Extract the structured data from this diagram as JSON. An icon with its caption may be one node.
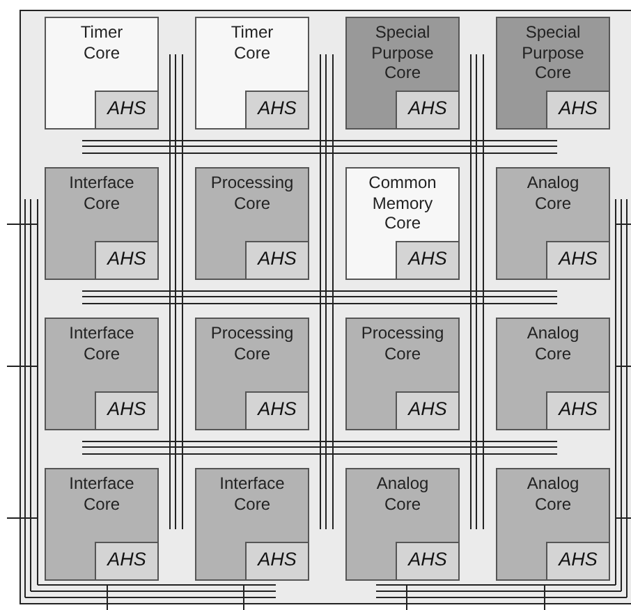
{
  "diagram": {
    "nodes": [
      {
        "text": [
          "Timer Core"
        ]
      },
      {
        "text": [
          "AHS"
        ],
        "in": 0
      },
      {
        "text": [
          "Timer Core"
        ]
      },
      {
        "text": [
          "AHS"
        ],
        "in": 2
      },
      {
        "text": [
          "Special Purpose Core"
        ]
      },
      {
        "text": [
          "AHS"
        ],
        "in": 4
      },
      {
        "text": [
          "Special Purpose Core"
        ]
      },
      {
        "text": [
          "AHS"
        ],
        "in": 6
      },
      {
        "text": [
          "Interface Core"
        ]
      },
      {
        "text": [
          "AHS"
        ],
        "in": 8
      },
      {
        "text": [
          "Processing Core"
        ]
      },
      {
        "text": [
          "AHS"
        ],
        "in": 10
      },
      {
        "text": [
          "Common Memory Core"
        ]
      },
      {
        "text": [
          "AHS"
        ],
        "in": 12
      },
      {
        "text": [
          "Analog Core"
        ]
      },
      {
        "text": [
          "AHS"
        ],
        "in": 14
      },
      {
        "text": [
          "Interface Core"
        ]
      },
      {
        "text": [
          "AHS"
        ],
        "in": 16
      },
      {
        "text": [
          "Processing Core"
        ]
      },
      {
        "text": [
          "AHS"
        ],
        "in": 18
      },
      {
        "text": [
          "Processing Core"
        ]
      },
      {
        "text": [
          "AHS"
        ],
        "in": 20
      },
      {
        "text": [
          "Analog Core"
        ]
      },
      {
        "text": [
          "AHS"
        ],
        "in": 22
      },
      {
        "text": [
          "Interface Core"
        ]
      },
      {
        "text": [
          "AHS"
        ],
        "in": 24
      },
      {
        "text": [
          "Interface Core"
        ]
      },
      {
        "text": [
          "AHS"
        ],
        "in": 26
      },
      {
        "text": [
          "Analog Core"
        ]
      },
      {
        "text": [
          "AHS"
        ],
        "in": 28
      },
      {
        "text": [
          "Analog Core"
        ]
      },
      {
        "text": [
          "AHS"
        ],
        "in": 30
      }
    ]
  }
}
